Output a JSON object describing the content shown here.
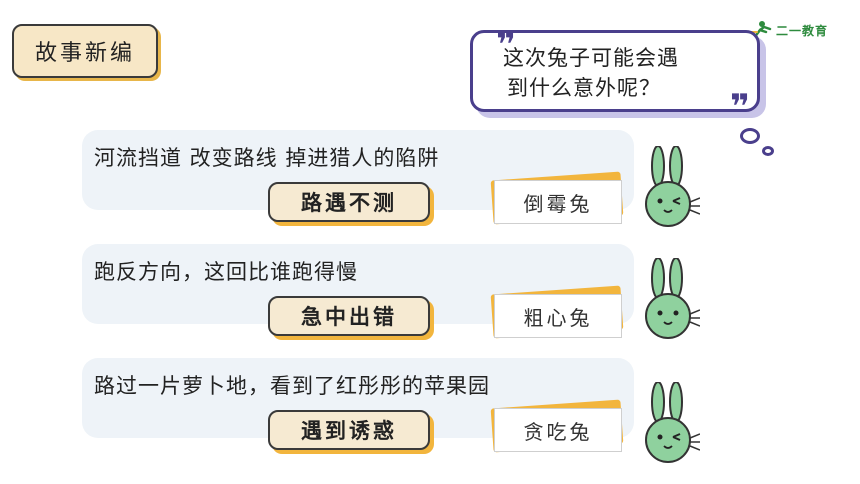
{
  "section_title": "故事新编",
  "logo": {
    "text": "二一教育"
  },
  "question": {
    "line1": "这次兔子可能会遇",
    "line2": "到什么意外呢？"
  },
  "rows": [
    {
      "sentence": "河流挡道  改变路线  掉进猎人的陷阱",
      "tag": "路遇不测",
      "card": "倒霉兔"
    },
    {
      "sentence": "跑反方向，这回比谁跑得慢",
      "tag": "急中出错",
      "card": "粗心兔"
    },
    {
      "sentence": "路过一片萝卜地，看到了红彤彤的苹果园",
      "tag": "遇到诱惑",
      "card": "贪吃兔"
    }
  ],
  "colors": {
    "accent": "#f2b53d",
    "bubble_border": "#4a3f8c",
    "bunny": "#8fd19e"
  }
}
